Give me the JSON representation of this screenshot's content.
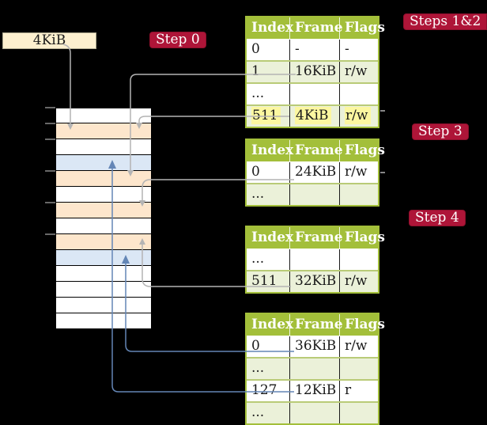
{
  "palette": {
    "background": "#000000",
    "table_header_green": "#a3bf3a",
    "table_border_green": "#a3bf3a",
    "table_row_green": "#ebf1d9",
    "table_row_separator": "#b9cb77",
    "highlight_yellow": "#fcf7a0",
    "badge_red": "#ae1538",
    "frame_box_cream": "#fdf0cf",
    "memory_white": "#ffffff",
    "memory_orange": "#fde6cc",
    "memory_blue": "#dbe7f5",
    "gray_line": "#b4b4b4",
    "blue_line": "#6486b6",
    "tick_gray": "#8a8a8a"
  },
  "frame_box": {
    "label": "4KiB"
  },
  "badges": {
    "step0": "Step 0",
    "steps12": "Steps 1&2",
    "step3": "Step 3",
    "step4": "Step 4"
  },
  "memory_stack": {
    "rows": [
      "white",
      "orange",
      "white",
      "blue",
      "orange",
      "white",
      "orange",
      "white",
      "orange",
      "blue",
      "white",
      "white",
      "white",
      "white"
    ]
  },
  "tables": [
    {
      "id": "steps12",
      "headers": [
        "Index",
        "Frame",
        "Flags"
      ],
      "rows": [
        {
          "cells": [
            "0",
            "-",
            "-"
          ],
          "shade": "white",
          "highlight": false
        },
        {
          "cells": [
            "1",
            "16KiB",
            "r/w"
          ],
          "shade": "green",
          "highlight": false
        },
        {
          "cells": [
            "...",
            "",
            ""
          ],
          "shade": "white",
          "highlight": false
        },
        {
          "cells": [
            "511",
            "4KiB",
            "r/w"
          ],
          "shade": "green",
          "highlight": true
        }
      ]
    },
    {
      "id": "step3",
      "headers": [
        "Index",
        "Frame",
        "Flags"
      ],
      "rows": [
        {
          "cells": [
            "0",
            "24KiB",
            "r/w"
          ],
          "shade": "white",
          "highlight": false
        },
        {
          "cells": [
            "...",
            "",
            ""
          ],
          "shade": "green",
          "highlight": false
        }
      ]
    },
    {
      "id": "step4",
      "headers": [
        "Index",
        "Frame",
        "Flags"
      ],
      "rows": [
        {
          "cells": [
            "...",
            "",
            ""
          ],
          "shade": "white",
          "highlight": false
        },
        {
          "cells": [
            "511",
            "32KiB",
            "r/w"
          ],
          "shade": "green",
          "highlight": false
        }
      ]
    },
    {
      "id": "final",
      "headers": [
        "Index",
        "Frame",
        "Flags"
      ],
      "rows": [
        {
          "cells": [
            "0",
            "36KiB",
            "r/w"
          ],
          "shade": "white",
          "highlight": false
        },
        {
          "cells": [
            "...",
            "",
            ""
          ],
          "shade": "green",
          "highlight": false
        },
        {
          "cells": [
            "127",
            "12KiB",
            "r"
          ],
          "shade": "white",
          "highlight": false
        },
        {
          "cells": [
            "...",
            "",
            ""
          ],
          "shade": "green",
          "highlight": false
        }
      ]
    }
  ]
}
